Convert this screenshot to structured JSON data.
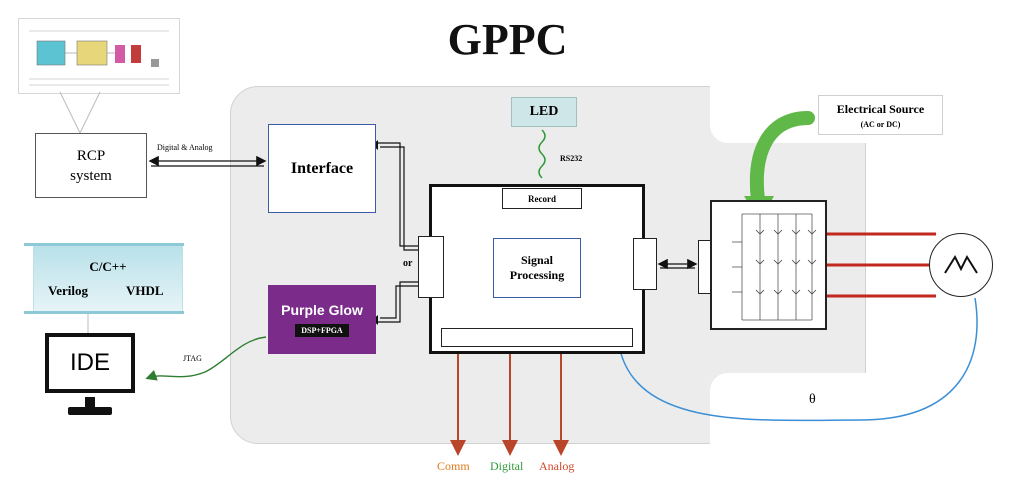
{
  "title": "GPPC",
  "rcp": {
    "line1": "RCP",
    "line2": "system"
  },
  "link_rcp_interface": "Digital & Analog",
  "interface": "Interface",
  "purple_glow": {
    "title": "Purple Glow",
    "subtitle": "DSP+FPGA"
  },
  "or_label": "or",
  "led": "LED",
  "rs232": "RS232",
  "record": "Record",
  "signal_processing": {
    "line1": "Signal",
    "line2": "Processing"
  },
  "electrical_source": {
    "title": "Electrical Source",
    "subtitle": "(AC   or   DC)"
  },
  "languages": {
    "top": "C/C++",
    "left": "Verilog",
    "right": "VHDL"
  },
  "ide": "IDE",
  "jtag": "JTAG",
  "theta": "θ",
  "bottom_labels": {
    "comm": "Comm",
    "digital": "Digital",
    "analog": "Analog"
  },
  "colors": {
    "comm": "#e07a1e",
    "digital": "#2e9a3a",
    "analog": "#d2452a",
    "arrow_vertical": "#b9452a",
    "feedback": "#3b8fd6",
    "power_lines": "#c2281e",
    "purple": "#7b2c8a",
    "green_arrow": "#5fb848"
  }
}
